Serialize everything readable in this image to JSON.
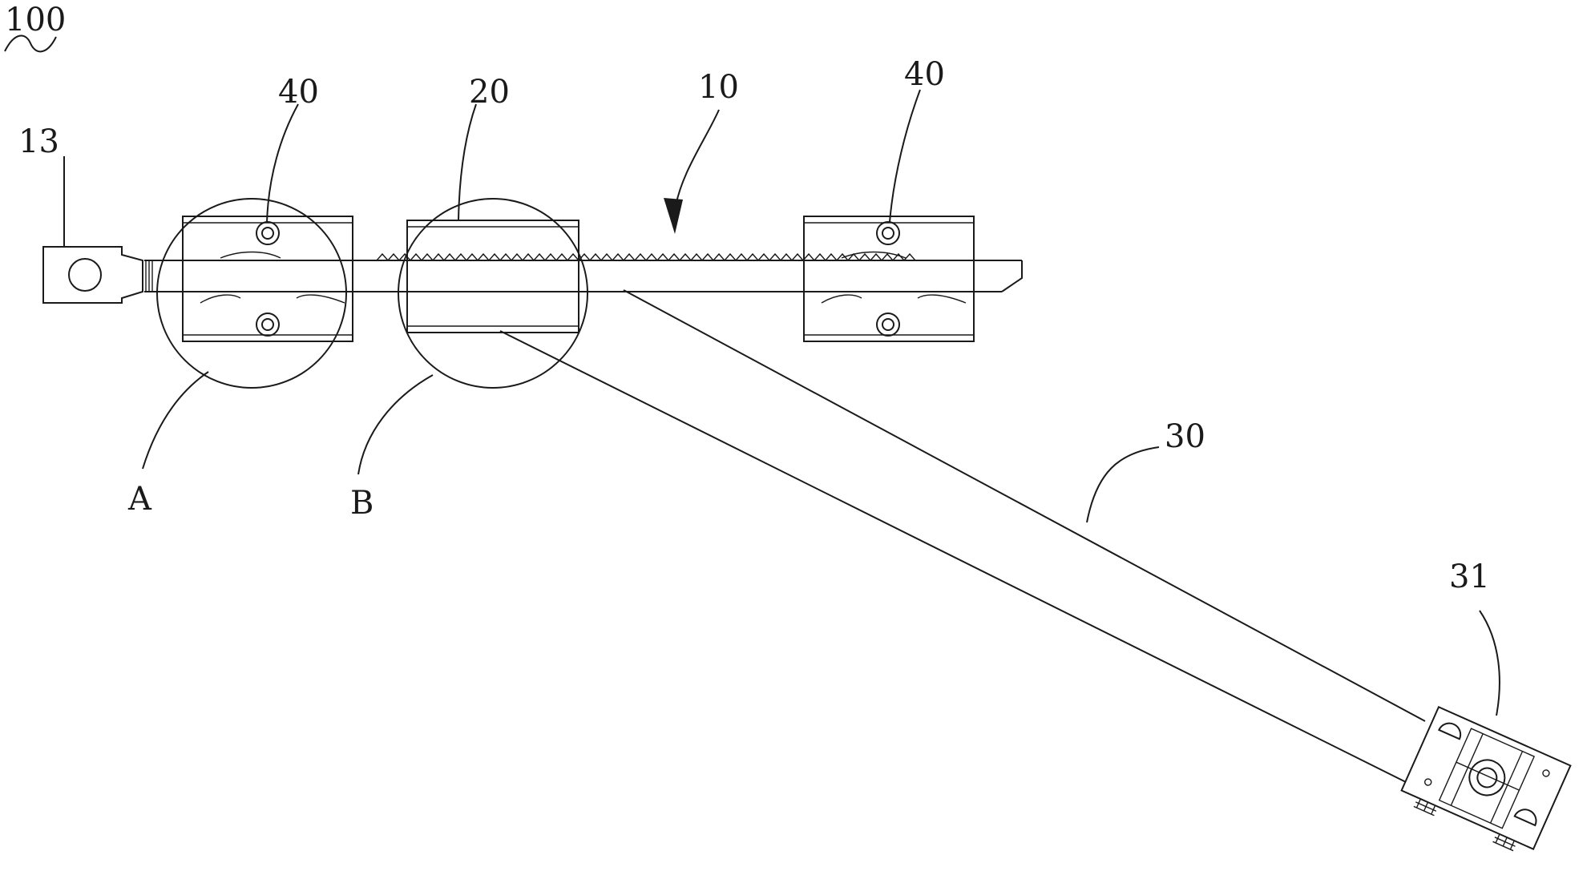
{
  "labels": {
    "assembly": "100",
    "rack_rod": "10",
    "end_ring": "13",
    "middle_slider": "20",
    "clamp_left": "40",
    "clamp_right": "40",
    "support_arm": "30",
    "foot_block": "31",
    "detail_a": "A",
    "detail_b": "B"
  }
}
